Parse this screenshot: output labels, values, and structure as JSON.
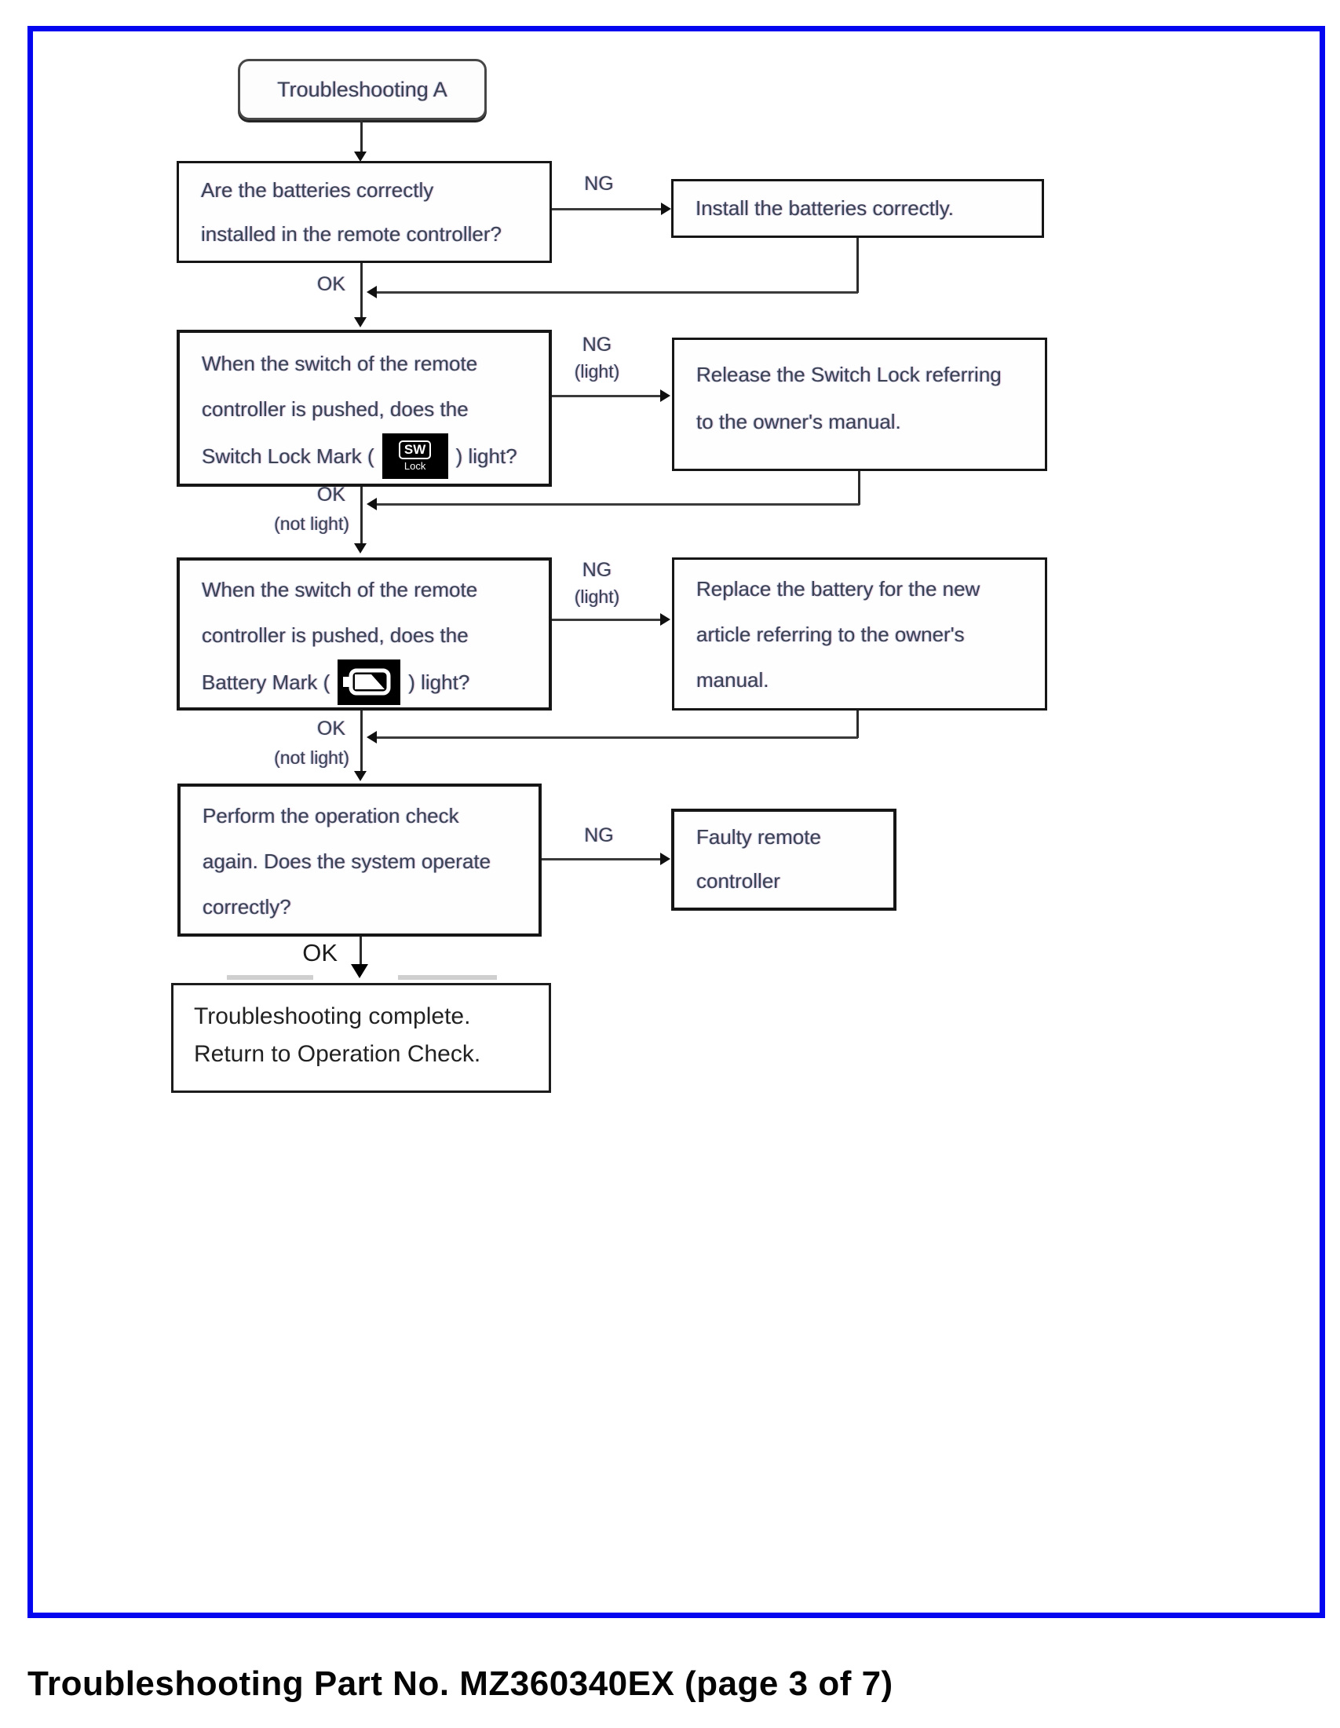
{
  "page": {
    "caption": "Troubleshooting Part No. MZ360340EX (page 3 of 7)"
  },
  "colors": {
    "frame_blue": "#0306ee",
    "line_black": "#2b2b2b",
    "text_dark": "#3b4254"
  },
  "labels": {
    "ng": "NG",
    "ok": "OK",
    "light": "(light)",
    "not_light": "(not light)"
  },
  "flow": {
    "start": "Troubleshooting A",
    "q_batteries": {
      "line1": "Are the batteries correctly",
      "line2": "installed in the remote controller?"
    },
    "fix_install": {
      "line1": "Install the batteries correctly."
    },
    "q_switch_lock": {
      "line1": "When the switch of the remote",
      "line2": "controller is pushed, does the",
      "line3_pre": "Switch Lock Mark (",
      "line3_post": ") light?"
    },
    "fix_release": {
      "line1": "Release the Switch Lock referring",
      "line2": "to the owner's manual."
    },
    "q_battery_mark": {
      "line1": "When the switch of the remote",
      "line2": "controller is pushed, does the",
      "line3_pre": "Battery Mark (",
      "line3_post": ") light?"
    },
    "fix_replace": {
      "line1": "Replace the battery for the new",
      "line2": "article referring to the owner's",
      "line3": "manual."
    },
    "q_operation": {
      "line1": "Perform the operation check",
      "line2": "again. Does the system operate",
      "line3": "correctly?"
    },
    "fault": {
      "line1": "Faulty remote",
      "line2": "controller"
    },
    "complete": {
      "line1": "Troubleshooting complete.",
      "line2": "Return to Operation Check."
    }
  },
  "icons": {
    "sw_lock": {
      "top": "SW",
      "bottom": "Lock"
    },
    "battery": "battery-mark"
  }
}
